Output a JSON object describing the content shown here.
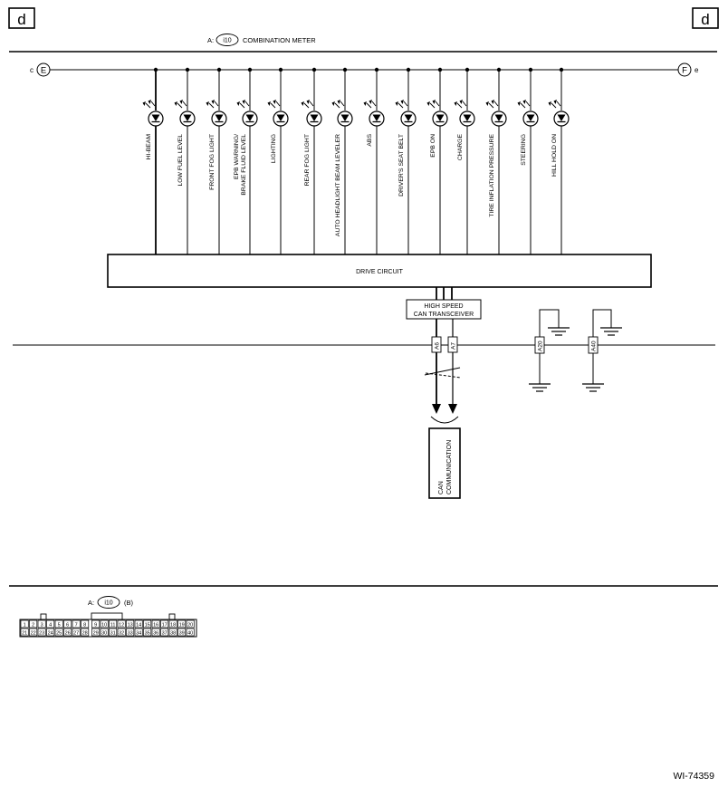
{
  "sheet": {
    "corner_left": "d",
    "corner_right": "d",
    "drawing_number": "WI-74359"
  },
  "header_connector": {
    "prefix": "A:",
    "connector_id": "i10",
    "name": "COMBINATION METER"
  },
  "bus": {
    "left_end": {
      "side_label": "c",
      "terminal": "E"
    },
    "right_end": {
      "terminal": "F",
      "side_label": "e"
    }
  },
  "lamps": [
    {
      "label": "HI-BEAM",
      "line2": "",
      "wire": "thick"
    },
    {
      "label": "LOW FUEL LEVEL",
      "line2": "",
      "wire": "thin"
    },
    {
      "label": "FRONT FOG LIGHT",
      "line2": "",
      "wire": "thin"
    },
    {
      "label": "EPB WARNING/",
      "line2": "BRAKE FLUID LEVEL",
      "wire": "thin"
    },
    {
      "label": "LIGHTING",
      "line2": "",
      "wire": "thin"
    },
    {
      "label": "REAR FOG LIGHT",
      "line2": "",
      "wire": "thin"
    },
    {
      "label": "AUTO HEADLIGHT BEAM LEVELER",
      "line2": "",
      "wire": "thin"
    },
    {
      "label": "ABS",
      "line2": "",
      "wire": "thin"
    },
    {
      "label": "DRIVER'S SEAT BELT",
      "line2": "",
      "wire": "thin"
    },
    {
      "label": "EPB ON",
      "line2": "",
      "wire": "thin"
    },
    {
      "label": "CHARGE",
      "line2": "",
      "wire": "thin"
    },
    {
      "label": "TIRE INFLATION PRESSURE",
      "line2": "",
      "wire": "thin"
    },
    {
      "label": "STEERING",
      "line2": "",
      "wire": "thin"
    },
    {
      "label": "HILL HOLD ON",
      "line2": "",
      "wire": "thin"
    }
  ],
  "drive_circuit": {
    "label": "DRIVE CIRCUIT"
  },
  "transceiver": {
    "line1": "HIGH SPEED",
    "line2": "CAN TRANSCEIVER"
  },
  "pins": {
    "can_high": "A6",
    "can_low": "A7",
    "ground_1": "A20",
    "ground_2": "A40"
  },
  "can_box": {
    "line1": "CAN",
    "line2": "COMMUNICATION"
  },
  "connector_face": {
    "prefix": "A:",
    "connector_id": "i10",
    "suffix": "(B)",
    "row1": [
      "1",
      "2",
      "3",
      "4",
      "5",
      "6",
      "7",
      "8",
      "9",
      "10",
      "11",
      "12",
      "13",
      "14",
      "15",
      "16",
      "17",
      "18",
      "19",
      "20"
    ],
    "row2": [
      "21",
      "22",
      "23",
      "24",
      "25",
      "26",
      "27",
      "28",
      "29",
      "30",
      "31",
      "32",
      "33",
      "34",
      "35",
      "36",
      "37",
      "38",
      "39",
      "40"
    ]
  }
}
